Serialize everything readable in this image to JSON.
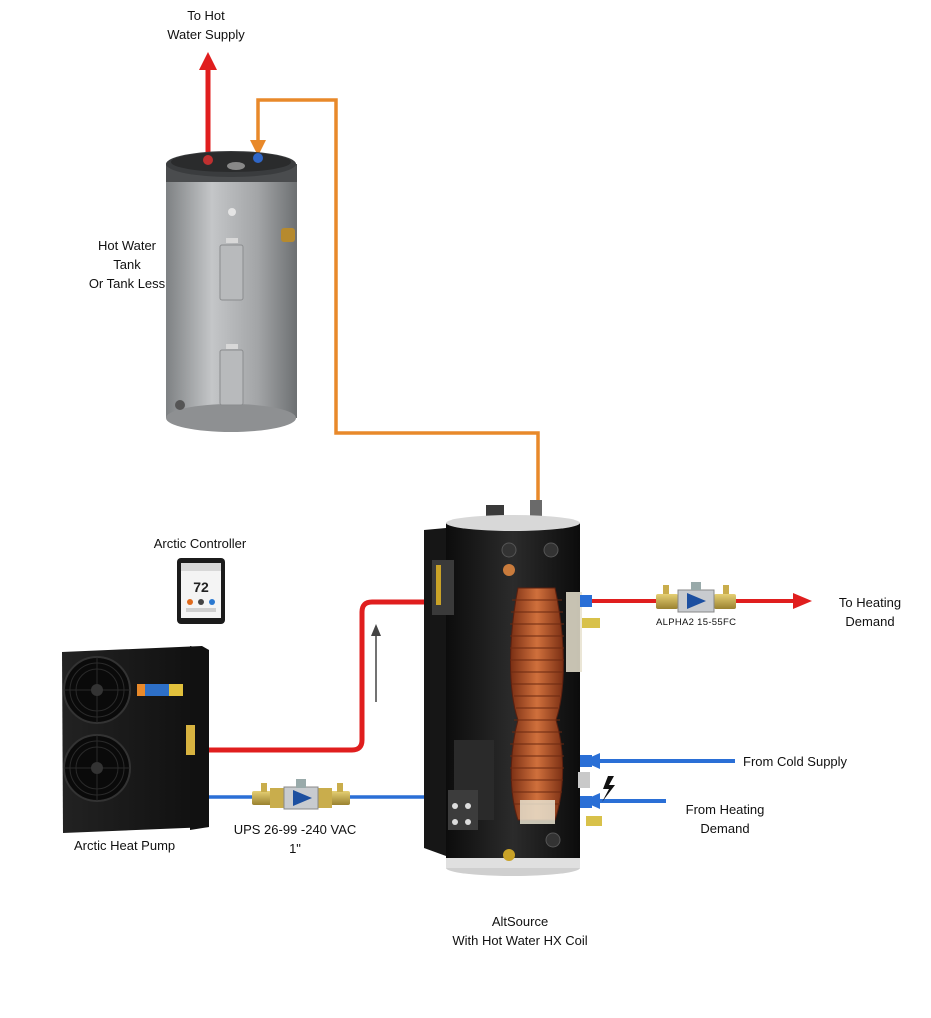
{
  "labels": {
    "hot_supply": [
      "To Hot",
      "Water Supply"
    ],
    "tank": [
      "Hot Water",
      "Tank",
      "Or Tank Less"
    ],
    "controller": "Arctic Controller",
    "controller_display": "72",
    "heat_pump": "Arctic Heat Pump",
    "ups_pump": [
      "UPS 26-99 -240 VAC",
      "1\""
    ],
    "alpha_pump": "ALPHA2 15-55FC",
    "heating_demand_out": [
      "To Heating",
      "Demand"
    ],
    "cold_supply": "From Cold Supply",
    "heating_demand_in": [
      "From Heating",
      "Demand"
    ],
    "altsource": [
      "AltSource",
      "With Hot Water HX Coil"
    ]
  },
  "colors": {
    "hot_pipe": "#e01e1e",
    "cold_pipe": "#2a6fd6",
    "dhw_pipe": "#e8892a",
    "equipment_dark": "#1c1c1c",
    "tank_gray": "#a9abad",
    "coil_copper": "#b5562b"
  }
}
